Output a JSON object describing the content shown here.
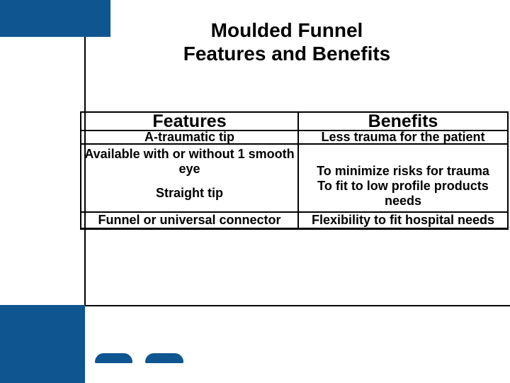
{
  "title": {
    "line1": "Moulded Funnel",
    "line2": "Features and Benefits"
  },
  "table": {
    "header": {
      "features": "Features",
      "benefits": "Benefits"
    },
    "row1": {
      "features": "A-traumatic tip",
      "benefits": "Less trauma for the patient"
    },
    "row2": {
      "features_item1": "Available with or without 1 smooth\neye",
      "features_item2": "Straight tip",
      "benefits_item1": "To minimize risks for trauma",
      "benefits_item2": "To fit to low profile products\nneeds"
    },
    "row3": {
      "features": "Funnel or universal connector",
      "benefits": "Flexibility to fit hospital needs"
    }
  },
  "colors": {
    "accent_blue": "#0f5590",
    "rule_black": "#000000",
    "text_black": "#000000",
    "background": "#ffffff"
  }
}
